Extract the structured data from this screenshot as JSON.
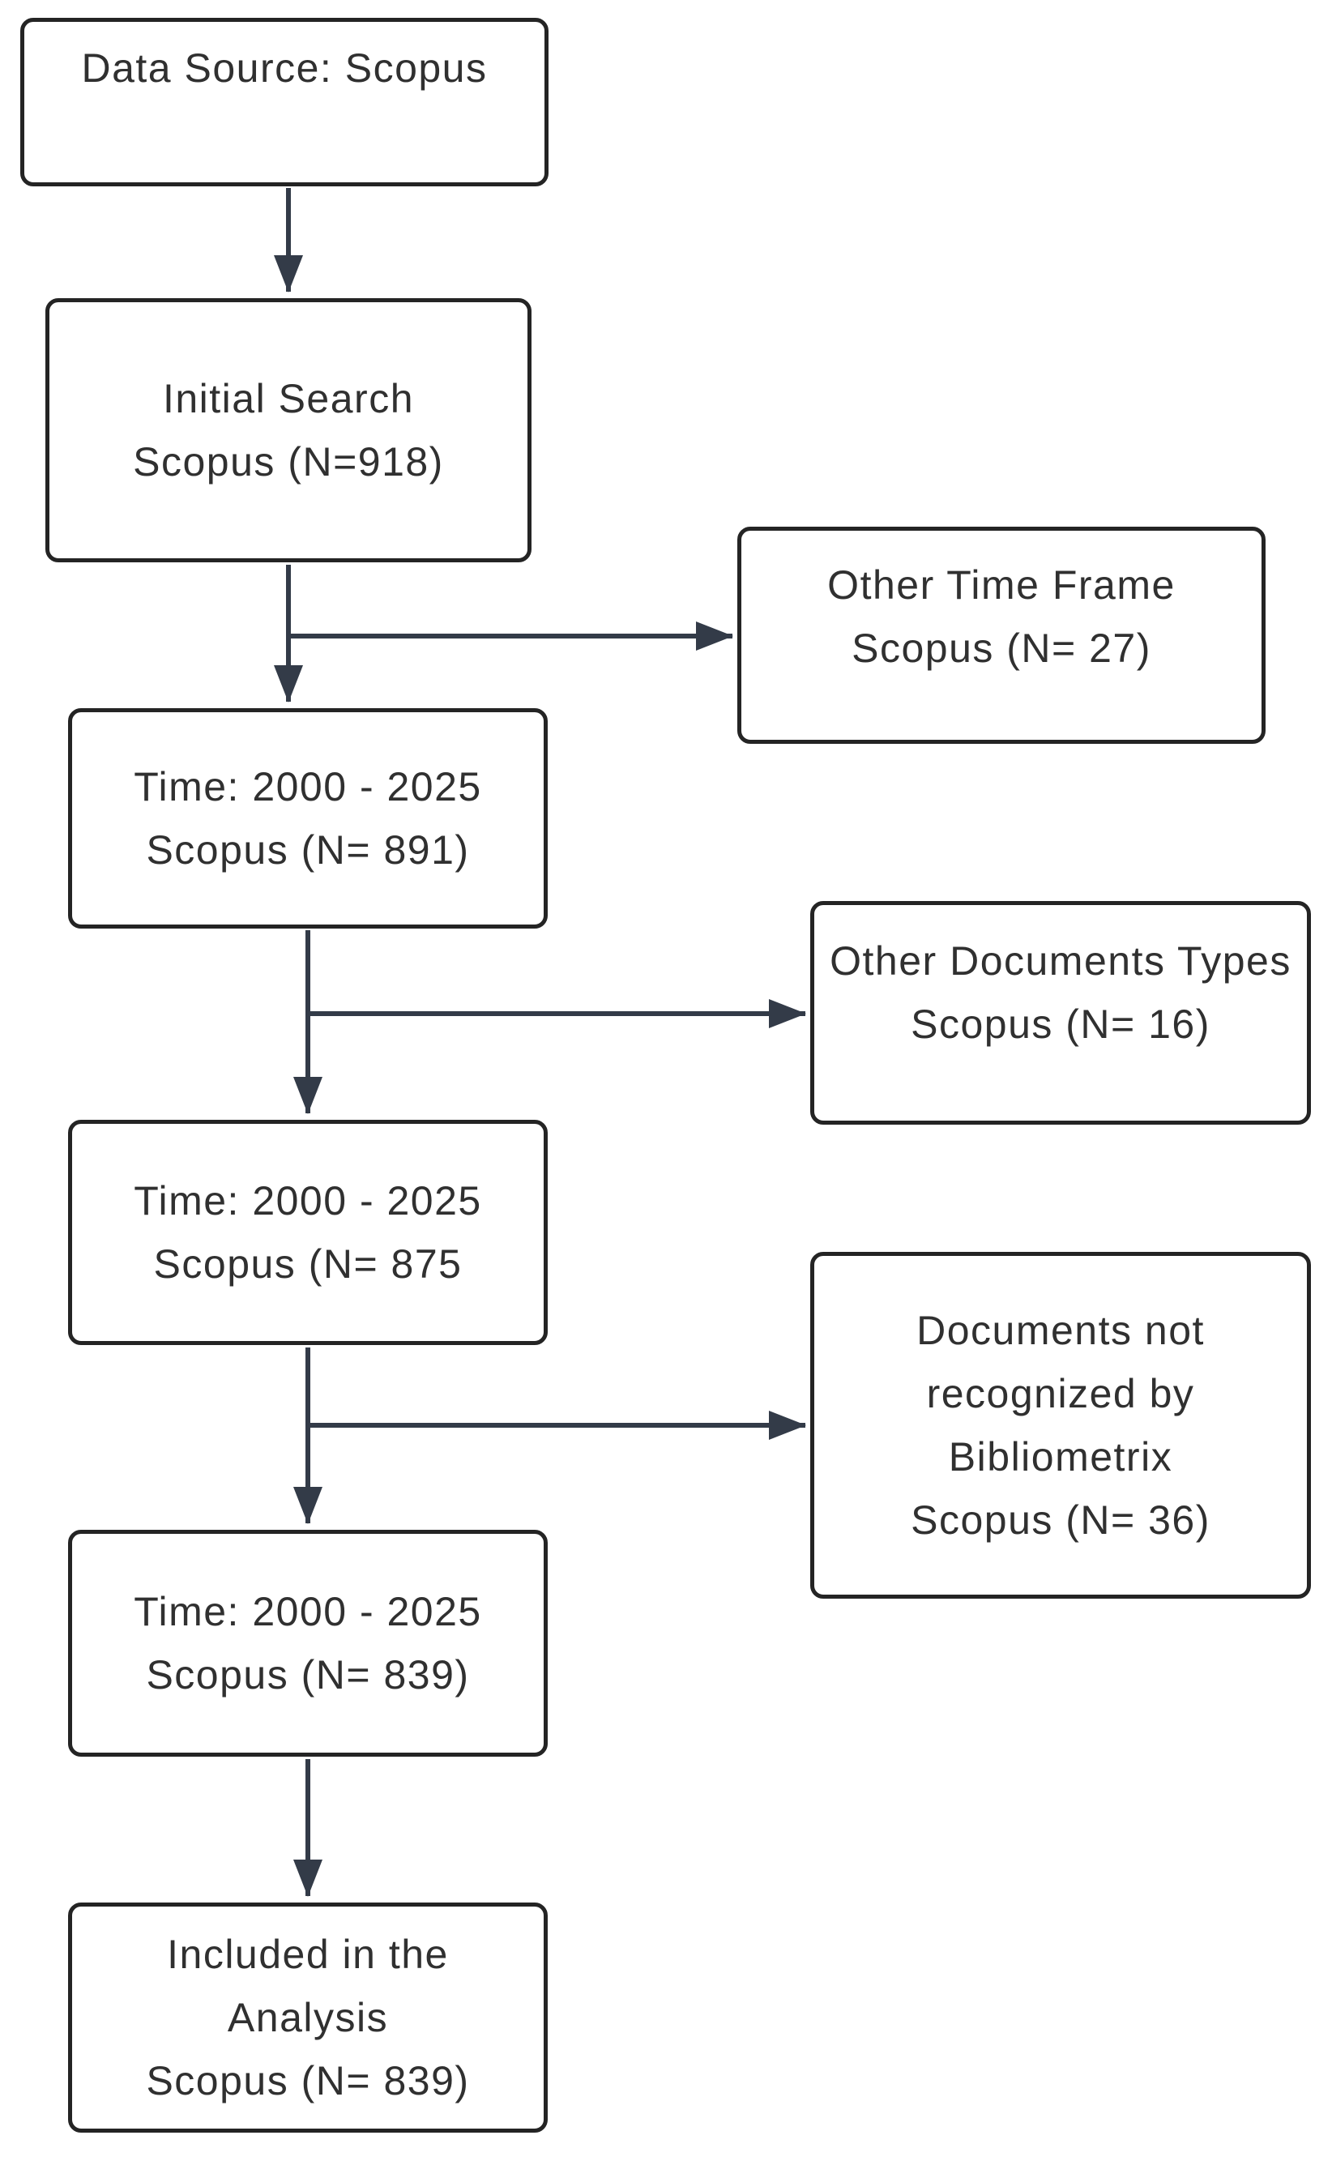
{
  "boxes": {
    "source": {
      "lines": [
        "Data Source: Scopus"
      ]
    },
    "initial": {
      "lines": [
        "Initial Search",
        "Scopus (N=918)"
      ]
    },
    "filter_time": {
      "lines": [
        "Time: 2000 - 2025",
        "Scopus (N= 891)"
      ]
    },
    "filter_doctype": {
      "lines": [
        "Time: 2000 - 2025",
        "Scopus (N= 875"
      ]
    },
    "filter_recognized": {
      "lines": [
        "Time: 2000 - 2025",
        "Scopus (N= 839)"
      ]
    },
    "included": {
      "lines": [
        "Included in the",
        "Analysis",
        "Scopus (N= 839)"
      ]
    },
    "excluded_time": {
      "lines": [
        "Other Time Frame",
        "Scopus (N= 27)"
      ]
    },
    "excluded_doctype": {
      "lines": [
        "Other Documents Types",
        "Scopus (N= 16)"
      ]
    },
    "excluded_unrecognized": {
      "lines": [
        "Documents not",
        "recognized by",
        "Bibliometrix",
        "Scopus (N= 36)"
      ]
    }
  },
  "colors": {
    "arrow": "#333b48",
    "box_border": "#242424",
    "text": "#303030",
    "background": "#ffffff"
  }
}
